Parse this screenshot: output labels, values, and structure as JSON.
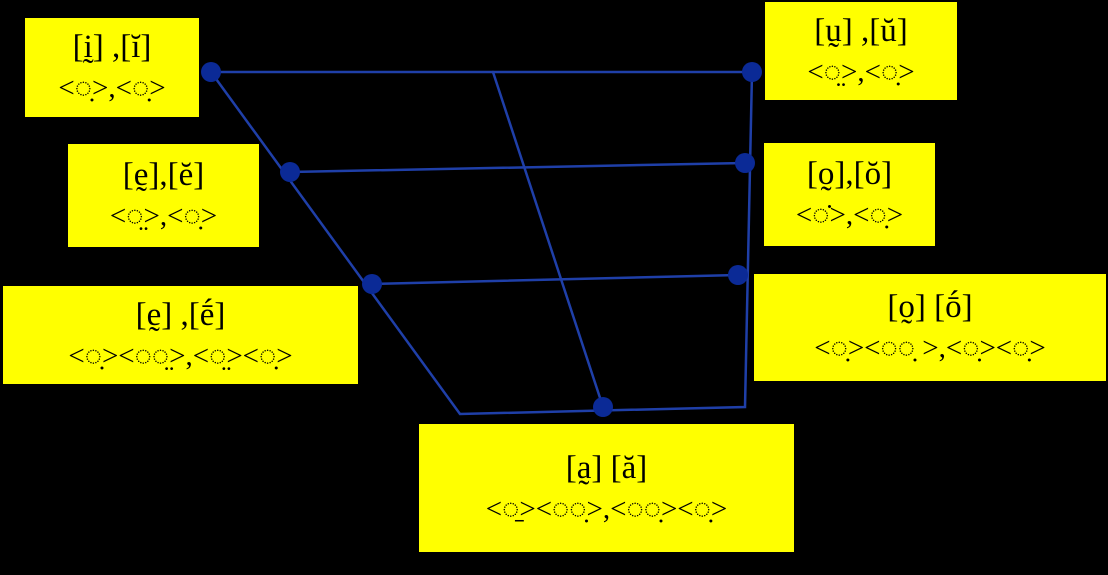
{
  "diagram": {
    "line_color": "#1f3fa8",
    "node_color": "#0b2a96",
    "box_color": "#ffff00",
    "background": "#000000"
  },
  "labels": {
    "front_high": {
      "head": "[ḭ] ,[ĭ]",
      "sub": "<◌̣>,<◌̣>"
    },
    "back_high": {
      "head": "[ṵ] ,[ŭ]",
      "sub": "<◌̤>,<◌̣>"
    },
    "front_mid": {
      "head": "[ḛ],[ĕ]",
      "sub": "<◌̤>,<◌̣>"
    },
    "back_mid": {
      "head": "[o̰],[ŏ]",
      "sub": "<◌̇>,<◌̣>"
    },
    "front_lower": {
      "head": "[ḛ] ,[ḗ]",
      "sub": "<◌̣><◌◌̤>,<◌̤><◌̣>"
    },
    "back_lower": {
      "head": "[o̰] [ṓ]",
      "sub": "<◌̣><◌◌̣ >,<◌̣><◌̣>"
    },
    "low": {
      "head": "[a̰] [ă]",
      "sub": "<◌̱><◌◌̣>,<◌◌̣><◌̣>"
    }
  }
}
